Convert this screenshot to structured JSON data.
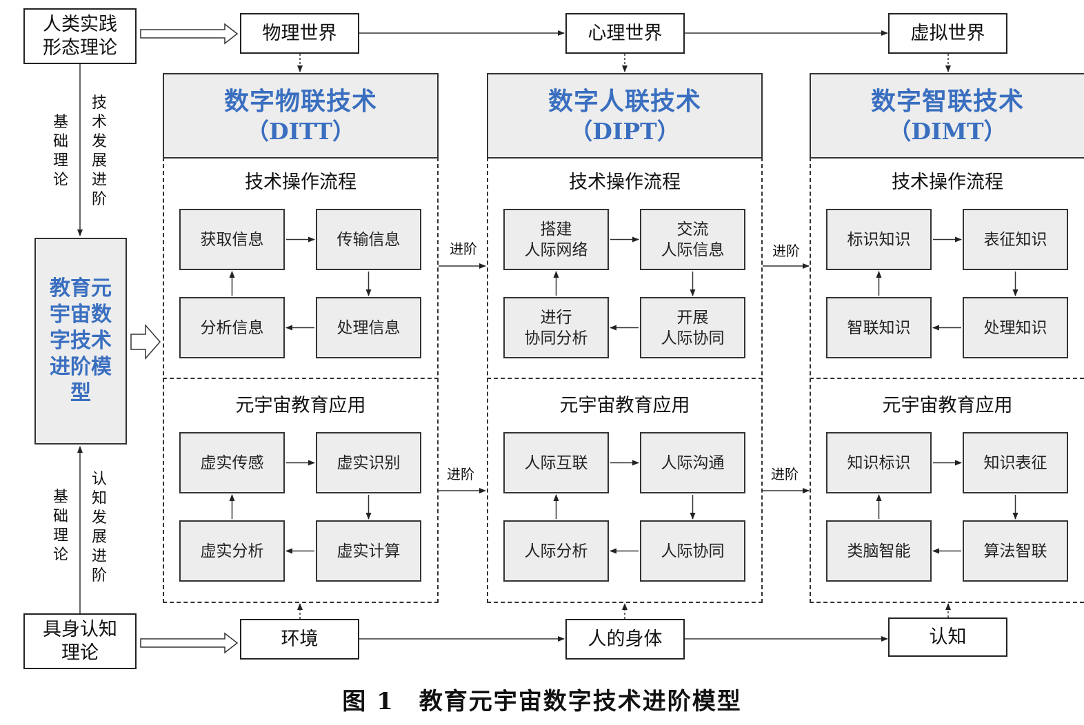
{
  "theory": {
    "top": "人类实践\n形态理论",
    "bottom": "具身认知\n理论",
    "left_top": "基础理论",
    "right_top": "技术发展进阶",
    "left_bottom": "基础理论",
    "right_bottom": "认知发展进阶"
  },
  "model_title": "教育元宇宙数字技术进阶模型",
  "worlds": [
    "物理世界",
    "心理世界",
    "虚拟世界"
  ],
  "bases": [
    "环境",
    "人的身体",
    "认知"
  ],
  "advance_label": "进阶",
  "columns": [
    {
      "title": "数字物联技术",
      "abbr": "（DITT）",
      "process_title": "技术操作流程",
      "process": [
        "获取信息",
        "传输信息",
        "处理信息",
        "分析信息"
      ],
      "app_title": "元宇宙教育应用",
      "apps": [
        "虚实传感",
        "虚实识别",
        "虚实计算",
        "虚实分析"
      ]
    },
    {
      "title": "数字人联技术",
      "abbr": "（DIPT）",
      "process_title": "技术操作流程",
      "process": [
        "搭建\n人际网络",
        "交流\n人际信息",
        "开展\n人际协同",
        "进行\n协同分析"
      ],
      "app_title": "元宇宙教育应用",
      "apps": [
        "人际互联",
        "人际沟通",
        "人际协同",
        "人际分析"
      ]
    },
    {
      "title": "数字智联技术",
      "abbr": "（DIMT）",
      "process_title": "技术操作流程",
      "process": [
        "标识知识",
        "表征知识",
        "处理知识",
        "智联知识"
      ],
      "app_title": "元宇宙教育应用",
      "apps": [
        "知识标识",
        "知识表征",
        "算法智联",
        "类脑智能"
      ]
    }
  ],
  "caption": "图 1　教育元宇宙数字技术进阶模型",
  "colors": {
    "accent": "#3a6fc0",
    "box_fill": "#ededed",
    "line": "#333333"
  }
}
